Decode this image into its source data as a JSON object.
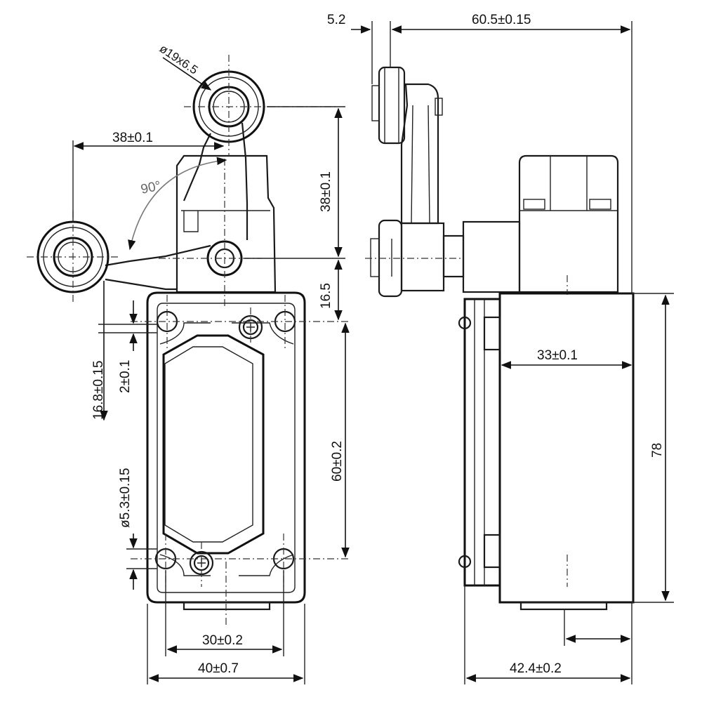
{
  "dimensions": {
    "arm_offset": "5.2",
    "total_depth": "60.5±0.15",
    "roller_diameter": "ø19x6.5",
    "arm_length_horizontal": "38±0.1",
    "arm_length_vertical": "38±0.1",
    "rotation_angle": "90°",
    "shaft_height": "16.5",
    "hole_offset_side": "16.8±0.15",
    "hole_offset_small": "2±0.1",
    "mount_hole_diameter": "ø5.3±0.15",
    "hole_spacing_vertical": "60±0.2",
    "body_depth": "33±0.1",
    "body_height": "78",
    "hole_spacing_horizontal": "30±0.2",
    "body_width": "40±0.7",
    "base_depth": "42.4±0.2"
  }
}
